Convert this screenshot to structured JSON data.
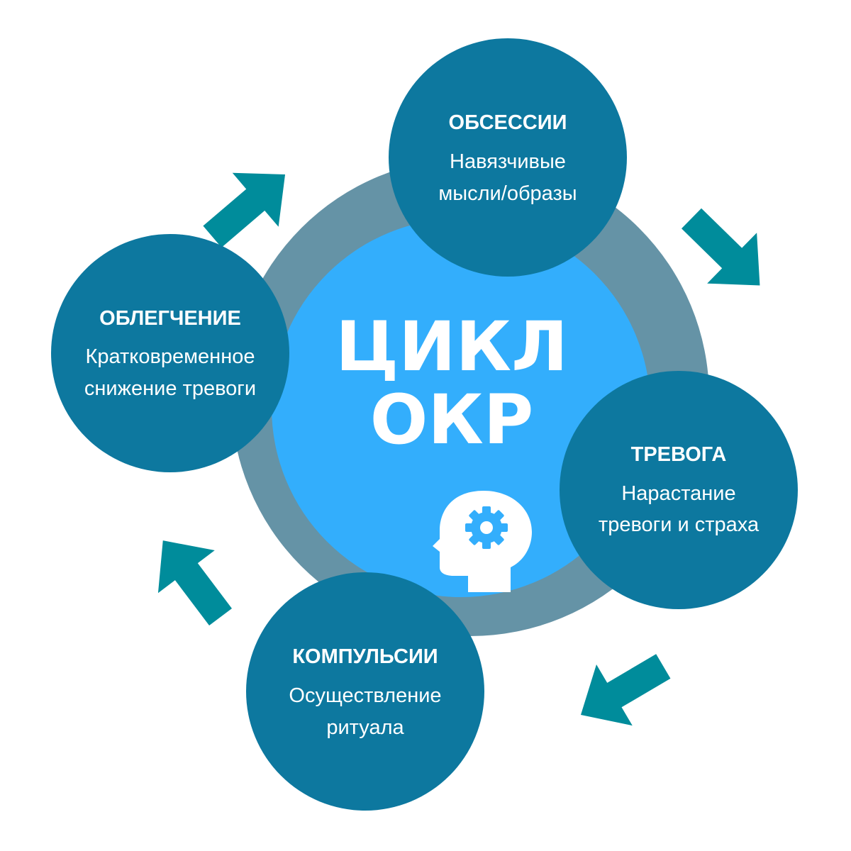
{
  "center": {
    "title_line1": "ЦИКЛ",
    "title_line2": "ОКР",
    "icon": "head-with-gear-icon"
  },
  "nodes": {
    "obsessions": {
      "title": "ОБСЕССИИ",
      "line1": "Навязчивые",
      "line2": "мысли/образы"
    },
    "anxiety": {
      "title": "ТРЕВОГА",
      "line1": "Нарастание",
      "line2": "тревоги и страха"
    },
    "compulsions": {
      "title": "КОМПУЛЬСИИ",
      "line1": "Осуществление",
      "line2": "ритуала"
    },
    "relief": {
      "title": "ОБЛЕГЧЕНИЕ",
      "line1": "Кратковременное",
      "line2": "снижение тревоги"
    }
  },
  "arrows": [
    {
      "from": "obsessions",
      "to": "anxiety",
      "icon": "arrow-down-right-icon"
    },
    {
      "from": "anxiety",
      "to": "compulsions",
      "icon": "arrow-down-left-icon"
    },
    {
      "from": "compulsions",
      "to": "relief",
      "icon": "arrow-up-left-icon"
    },
    {
      "from": "relief",
      "to": "obsessions",
      "icon": "arrow-up-right-icon"
    }
  ],
  "colors": {
    "ring": "#6593A6",
    "center_fill": "#33AEFC",
    "node_fill": "#0D789F",
    "arrow": "#008C9B",
    "text": "#FFFFFF"
  }
}
